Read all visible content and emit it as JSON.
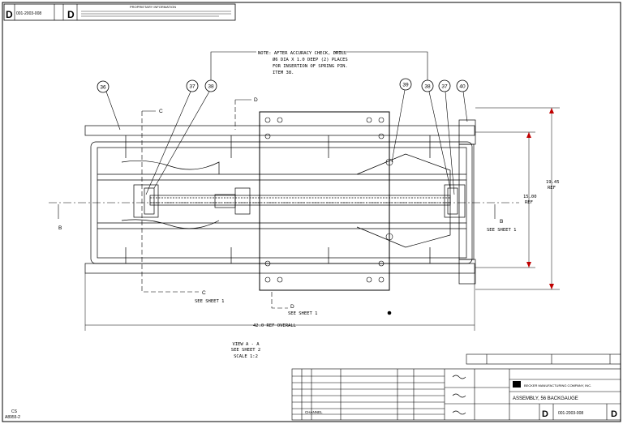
{
  "header": {
    "size": "D",
    "dwg_no": "001-2003-008",
    "rev": "D",
    "proprietary_title": "PROPRIETARY INFORMATION"
  },
  "note": {
    "line1": "NOTE: AFTER ACCURACY CHECK, DRILL",
    "line2": "Ø6 DIA X 1.0 DEEP (2) PLACES",
    "line3": "FOR INSERTION OF SPRING PIN.",
    "line4": "ITEM 38."
  },
  "balloons": [
    "36",
    "37",
    "38",
    "39",
    "38",
    "37",
    "40"
  ],
  "section_cuts": {
    "c": "C",
    "d": "D",
    "b_left": "B",
    "b_right": "B",
    "c_ref": "SEE SHEET 1",
    "d_ref": "SEE SHEET 1",
    "b_ref": "SEE SHEET 1"
  },
  "dimensions": {
    "overall_length": "42.0 REF OVERALL",
    "outer_width": "19.45",
    "outer_width_ref": "REF",
    "inner_width": "15.00",
    "inner_width_ref": "REF"
  },
  "view_label": {
    "line1": "VIEW A - A",
    "line2": "SEE SHEET 2",
    "line3": "SCALE 1:2"
  },
  "title_block": {
    "title": "ASSEMBLY, 56 BACKGAUGE",
    "company": "BECKER MANUFACTURING COMPANY, INC.",
    "size": "D",
    "dwg_no": "001-2003-008",
    "rev": "D",
    "channel": "CHANNEL"
  },
  "corner_stamp": {
    "line1": "CS",
    "line2": "A8955-2"
  }
}
